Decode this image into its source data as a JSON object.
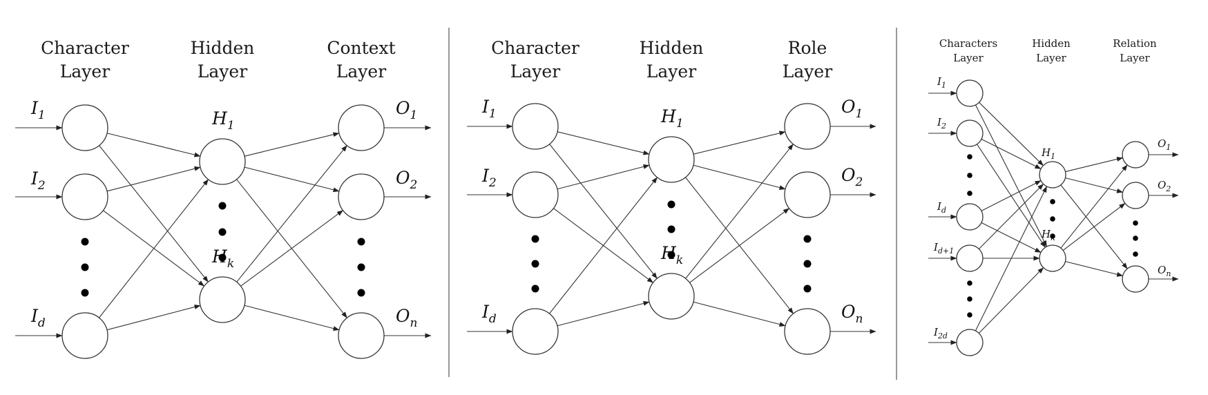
{
  "panels": [
    {
      "headers": [
        [
          "Character",
          "Layer"
        ],
        [
          "Hidden",
          "Layer"
        ],
        [
          "Context",
          "Layer"
        ]
      ],
      "inputs": [
        [
          "I",
          "1"
        ],
        [
          "I",
          "2"
        ],
        [
          "I",
          "d"
        ]
      ],
      "hidden": [
        [
          "H",
          "1"
        ],
        [
          "H",
          "k"
        ]
      ],
      "outputs": [
        [
          "O",
          "1"
        ],
        [
          "O",
          "2"
        ],
        [
          "O",
          "n"
        ]
      ]
    },
    {
      "headers": [
        [
          "Character",
          "Layer"
        ],
        [
          "Hidden",
          "Layer"
        ],
        [
          "Role",
          "Layer"
        ]
      ],
      "inputs": [
        [
          "I",
          "1"
        ],
        [
          "I",
          "2"
        ],
        [
          "I",
          "d"
        ]
      ],
      "hidden": [
        [
          "H",
          "1"
        ],
        [
          "H",
          "k"
        ]
      ],
      "outputs": [
        [
          "O",
          "1"
        ],
        [
          "O",
          "2"
        ],
        [
          "O",
          "n"
        ]
      ]
    },
    {
      "headers": [
        [
          "Characters",
          "Layer"
        ],
        [
          "Hidden",
          "Layer"
        ],
        [
          "Relation",
          "Layer"
        ]
      ],
      "inputs": [
        [
          "I",
          "1"
        ],
        [
          "I",
          "2"
        ],
        [
          "I",
          "d"
        ],
        [
          "I",
          "d+1"
        ],
        [
          "I",
          "2d"
        ]
      ],
      "hidden": [
        [
          "H",
          "1"
        ],
        [
          "H",
          "k"
        ]
      ],
      "outputs": [
        [
          "O",
          "1"
        ],
        [
          "O",
          "2"
        ],
        [
          "O",
          "n"
        ]
      ]
    }
  ]
}
